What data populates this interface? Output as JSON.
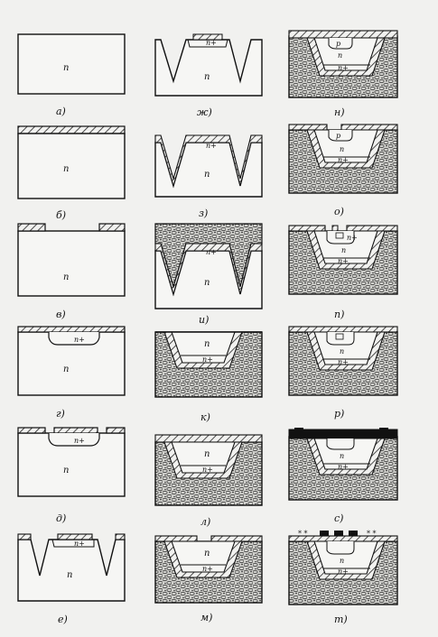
{
  "diagram": {
    "step_labels": {
      "a": "а)",
      "b": "б)",
      "v": "в)",
      "g": "г)",
      "d": "д)",
      "e": "е)",
      "zh": "ж)",
      "z": "з)",
      "i": "и)",
      "k": "к)",
      "l": "л)",
      "m": "м)",
      "n": "н)",
      "o": "о)",
      "p": "п)",
      "r": "р)",
      "s": "с)",
      "t": "т)"
    },
    "region_labels": {
      "n": "n",
      "n_plus": "n+",
      "p": "p"
    }
  }
}
